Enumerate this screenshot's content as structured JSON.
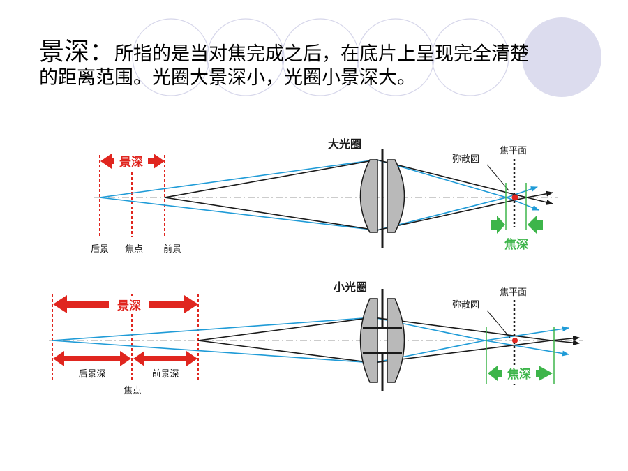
{
  "header": {
    "term": "景深：",
    "line1": "所指的是当对焦完成之后，在底片上呈现完全清楚",
    "line2": "的距离范围。光圈大景深小，光圈小景深大。"
  },
  "top_diagram": {
    "title": "大光圈",
    "dof_label": "景深",
    "coc_label": "弥散圆",
    "focal_plane_label": "焦平面",
    "depth_of_focus_label": "焦深",
    "back_label": "后景",
    "focus_label": "焦点",
    "front_label": "前景"
  },
  "bottom_diagram": {
    "title": "小光圈",
    "dof_label": "景深",
    "coc_label": "弥散圆",
    "focal_plane_label": "焦平面",
    "depth_of_focus_label": "焦深",
    "back_dof_label": "后景深",
    "front_dof_label": "前景深",
    "focus_label": "焦点"
  },
  "colors": {
    "ray_black": "#1a1a1a",
    "ray_blue": "#1f9bd7",
    "red": "#e0261f",
    "green": "#3db54a",
    "lens_fill": "#b9b9b9",
    "deco_circle": "#dcdcee"
  }
}
